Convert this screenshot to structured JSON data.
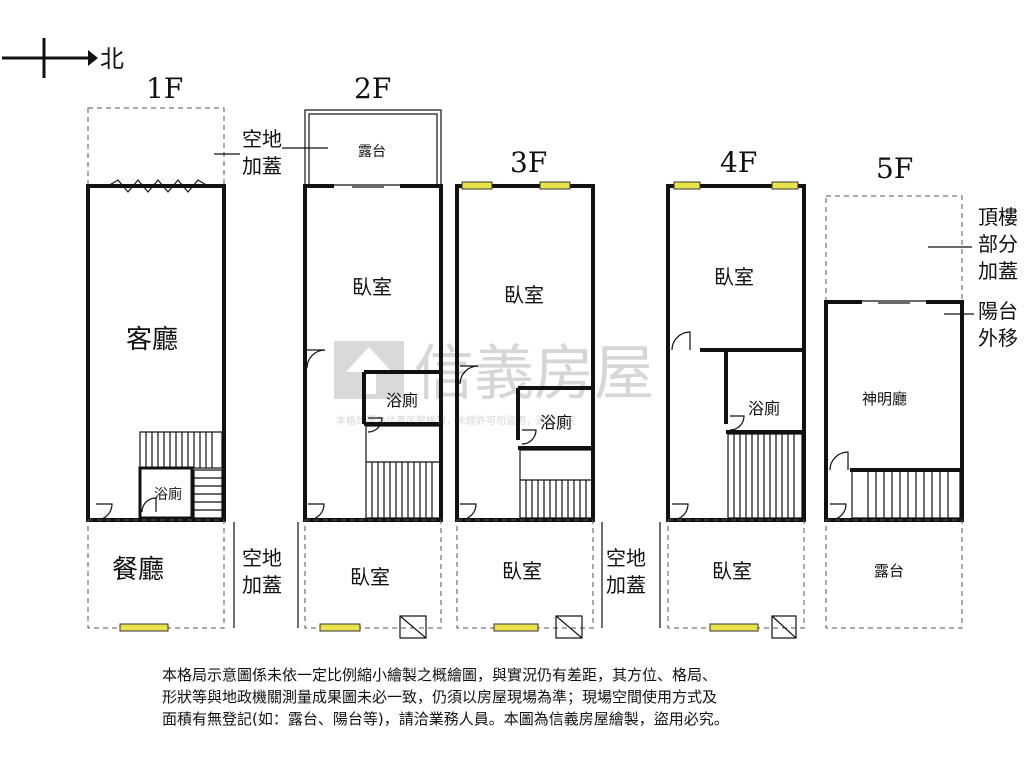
{
  "compass": {
    "direction": "北"
  },
  "floors": {
    "f1": {
      "label": "1F",
      "rooms": {
        "living": "客廳",
        "bath": "浴廁",
        "dining": "餐廳"
      }
    },
    "f2": {
      "label": "2F",
      "rooms": {
        "terrace": "露台",
        "bedroom": "臥室",
        "bath": "浴廁",
        "front_bedroom": "臥室"
      }
    },
    "f3": {
      "label": "3F",
      "rooms": {
        "bedroom": "臥室",
        "bath": "浴廁",
        "front_bedroom": "臥室"
      }
    },
    "f4": {
      "label": "4F",
      "rooms": {
        "bedroom": "臥室",
        "bath": "浴廁",
        "front_bedroom": "臥室"
      }
    },
    "f5": {
      "label": "5F",
      "rooms": {
        "shrine": "神明廳",
        "terrace": "露台"
      }
    }
  },
  "annotations": {
    "added_top_1f": [
      "空地",
      "加蓋"
    ],
    "added_front_2f": [
      "空地",
      "加蓋"
    ],
    "added_front_4f": [
      "空地",
      "加蓋"
    ],
    "roof_added": [
      "頂樓",
      "部分",
      "加蓋"
    ],
    "balcony_moved": [
      "陽台",
      "外移"
    ]
  },
  "watermark": {
    "brand": "信義房屋",
    "caption": "本格局圖為信義房屋繪製，未經許可勿盜用，違者必究"
  },
  "disclaimer": [
    "本格局示意圖係未依一定比例縮小繪製之概繪圖，與實況仍有差距，其方位、格局、",
    "形狀等與地政機關測量成果圖未必一致，仍須以房屋現場為準；現場空間使用方式及",
    "面積有無登記(如：露台、陽台等)，請洽業務人員。本圖為信義房屋繪製，盜用必究。"
  ],
  "colors": {
    "window": "#e9e24a",
    "wall": "#111111",
    "watermark": "#d6d6d6"
  }
}
